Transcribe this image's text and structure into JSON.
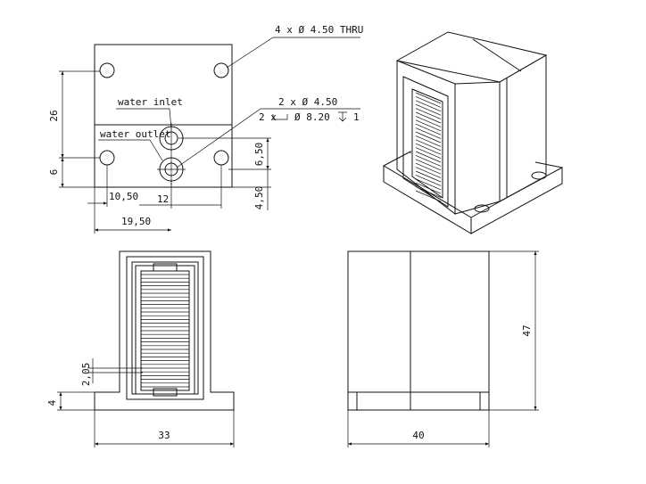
{
  "drawing": {
    "top_view": {
      "callout_thru": "4 x Ø 4.50 THRU",
      "callout_holes": "2 x Ø 4.50",
      "callout_cbore_prefix": "2 x",
      "callout_cbore_dia": "Ø 8.20",
      "callout_cbore_depth": "1",
      "water_inlet": "water inlet",
      "water_outlet": "water outlet",
      "dim_26": "26",
      "dim_6": "6",
      "dim_10_50": "10,50",
      "dim_12": "12",
      "dim_19_50": "19,50",
      "dim_6_50": "6,50",
      "dim_4_50": "4,50"
    },
    "front_view": {
      "dim_2_05": "2,05",
      "dim_4": "4",
      "dim_33": "33"
    },
    "side_view": {
      "dim_47": "47",
      "dim_40": "40"
    }
  }
}
